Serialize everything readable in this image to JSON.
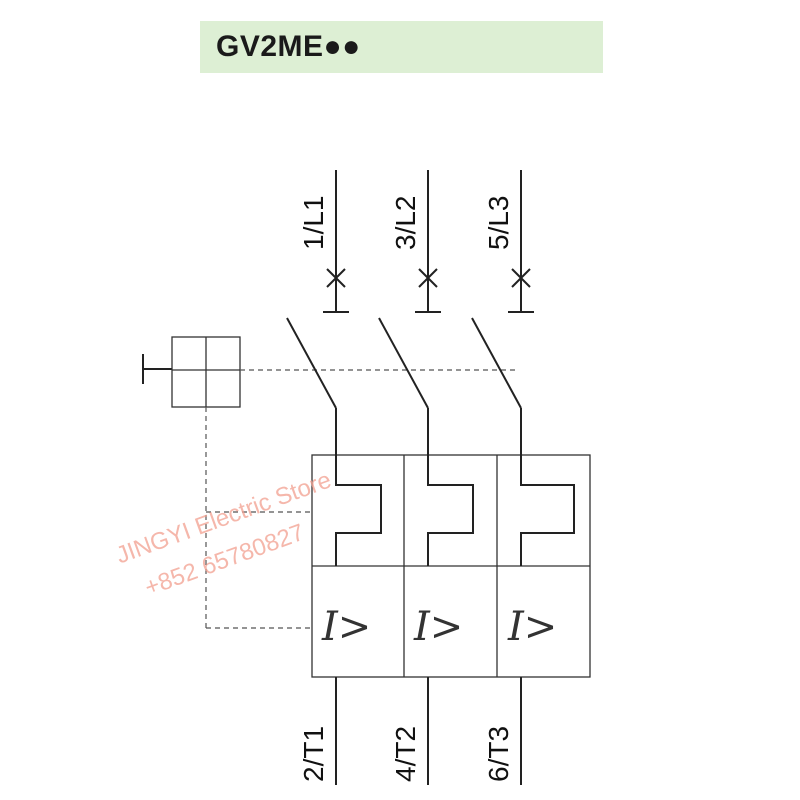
{
  "banner": {
    "title": "GV2ME●●"
  },
  "terminals": {
    "line": [
      "1/L1",
      "3/L2",
      "5/L3"
    ],
    "load": [
      "2/T1",
      "4/T2",
      "6/T3"
    ]
  },
  "trip_symbol": "I>",
  "watermark": {
    "store": "JINGYI Electric Store",
    "phone": "+852 65780827"
  }
}
